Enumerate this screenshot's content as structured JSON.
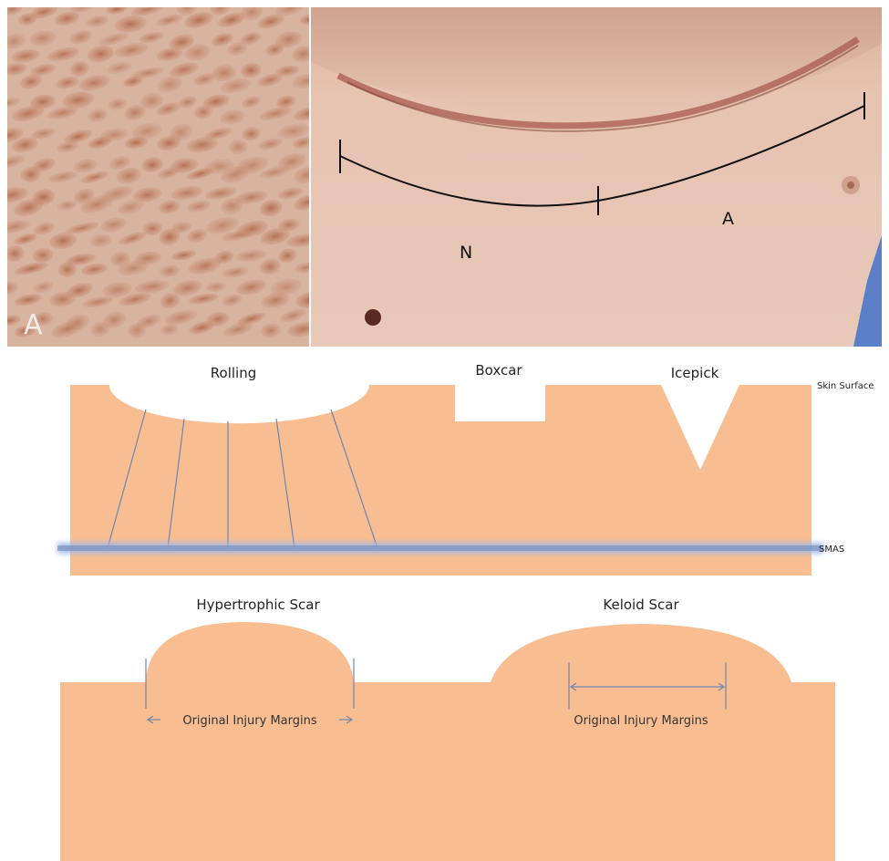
{
  "photos": {
    "left": {
      "panel_label": "A"
    },
    "right": {
      "label_n": "N",
      "label_a": "A"
    }
  },
  "acne_scars": {
    "types": [
      "Rolling",
      "Boxcar",
      "Icepick"
    ],
    "skin_surface_label": "Skin Surface",
    "smas_label": "SMAS"
  },
  "raised_scars": {
    "hypertrophic_title": "Hypertrophic Scar",
    "keloid_title": "Keloid Scar",
    "margins_label": "Original Injury Margins"
  },
  "colors": {
    "skin_tissue": "#F8BD91",
    "tether_lines": "#6F86B0",
    "smas_band": "#9DB7E8"
  }
}
